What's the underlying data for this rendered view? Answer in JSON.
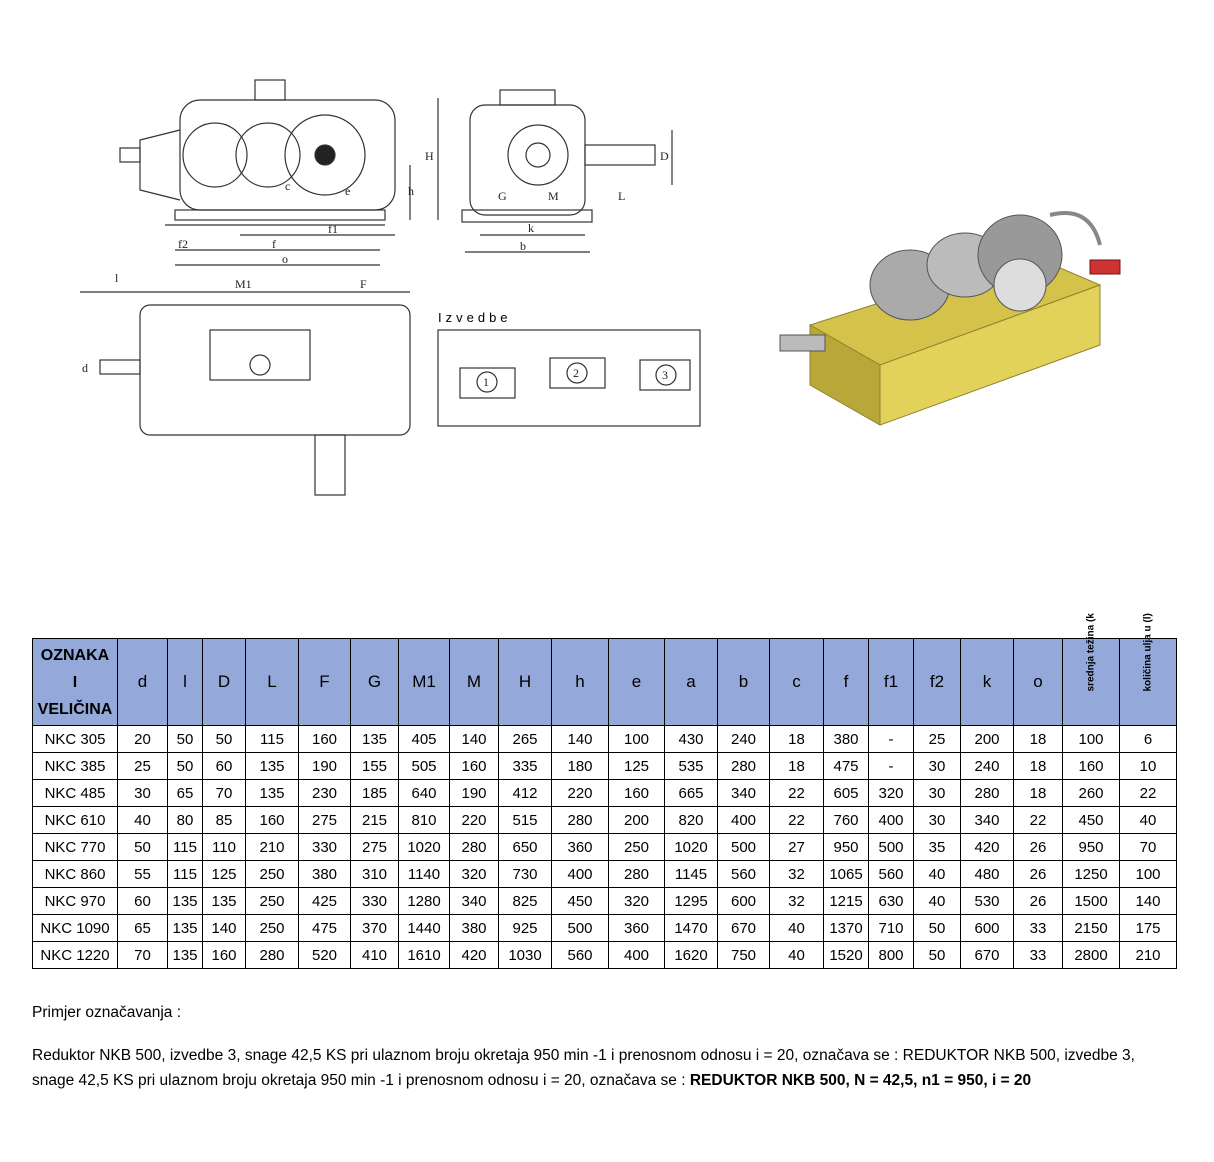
{
  "drawing": {
    "izvedbe_label": "Izvedbe",
    "labels": [
      "H",
      "h",
      "e",
      "c",
      "f1",
      "f2",
      "f",
      "o",
      "M1",
      "F",
      "l",
      "d",
      "D",
      "L",
      "G",
      "M",
      "k",
      "b",
      "1",
      "2",
      "3"
    ]
  },
  "table": {
    "headers": [
      "OZNAKA I VELIČINA",
      "d",
      "l",
      "D",
      "L",
      "F",
      "G",
      "M1",
      "M",
      "H",
      "h",
      "e",
      "a",
      "b",
      "c",
      "f",
      "f1",
      "f2",
      "k",
      "o",
      "srednja težina (kg)",
      "količina ulja u (l)"
    ],
    "header_first": [
      "OZNAKA",
      "I",
      "VELIČINA"
    ],
    "header_vertical": [
      "srednja težina (k",
      "količina ulja u (l)"
    ],
    "rows": [
      [
        "NKC 305",
        "20",
        "50",
        "50",
        "115",
        "160",
        "135",
        "405",
        "140",
        "265",
        "140",
        "100",
        "430",
        "240",
        "18",
        "380",
        "-",
        "25",
        "200",
        "18",
        "100",
        "6"
      ],
      [
        "NKC 385",
        "25",
        "50",
        "60",
        "135",
        "190",
        "155",
        "505",
        "160",
        "335",
        "180",
        "125",
        "535",
        "280",
        "18",
        "475",
        "-",
        "30",
        "240",
        "18",
        "160",
        "10"
      ],
      [
        "NKC 485",
        "30",
        "65",
        "70",
        "135",
        "230",
        "185",
        "640",
        "190",
        "412",
        "220",
        "160",
        "665",
        "340",
        "22",
        "605",
        "320",
        "30",
        "280",
        "18",
        "260",
        "22"
      ],
      [
        "NKC 610",
        "40",
        "80",
        "85",
        "160",
        "275",
        "215",
        "810",
        "220",
        "515",
        "280",
        "200",
        "820",
        "400",
        "22",
        "760",
        "400",
        "30",
        "340",
        "22",
        "450",
        "40"
      ],
      [
        "NKC 770",
        "50",
        "115",
        "110",
        "210",
        "330",
        "275",
        "1020",
        "280",
        "650",
        "360",
        "250",
        "1020",
        "500",
        "27",
        "950",
        "500",
        "35",
        "420",
        "26",
        "950",
        "70"
      ],
      [
        "NKC 860",
        "55",
        "115",
        "125",
        "250",
        "380",
        "310",
        "1140",
        "320",
        "730",
        "400",
        "280",
        "1145",
        "560",
        "32",
        "1065",
        "560",
        "40",
        "480",
        "26",
        "1250",
        "100"
      ],
      [
        "NKC 970",
        "60",
        "135",
        "135",
        "250",
        "425",
        "330",
        "1280",
        "340",
        "825",
        "450",
        "320",
        "1295",
        "600",
        "32",
        "1215",
        "630",
        "40",
        "530",
        "26",
        "1500",
        "140"
      ],
      [
        "NKC 1090",
        "65",
        "135",
        "140",
        "250",
        "475",
        "370",
        "1440",
        "380",
        "925",
        "500",
        "360",
        "1470",
        "670",
        "40",
        "1370",
        "710",
        "50",
        "600",
        "33",
        "2150",
        "175"
      ],
      [
        "NKC 1220",
        "70",
        "135",
        "160",
        "280",
        "520",
        "410",
        "1610",
        "420",
        "1030",
        "560",
        "400",
        "1620",
        "750",
        "40",
        "1520",
        "800",
        "50",
        "670",
        "33",
        "2800",
        "210"
      ]
    ]
  },
  "notes": {
    "heading": "Primjer označavanja :",
    "body": "Reduktor NKB 500, izvedbe 3, snage 42,5 KS pri ulaznom broju okretaja 950 min -1 i prenosnom odnosu i = 20, označava se : REDUKTOR NKB 500, izvedbe 3, snage 42,5 KS pri ulaznom broju okretaja 950 min -1 i prenosnom  odnosu i = 20, označava se : ",
    "bold": "REDUKTOR NKB 500, N = 42,5, n1 = 950, i = 20"
  },
  "colors": {
    "header_bg": "#94a9d9",
    "render_yellow": "#d9c84a"
  }
}
